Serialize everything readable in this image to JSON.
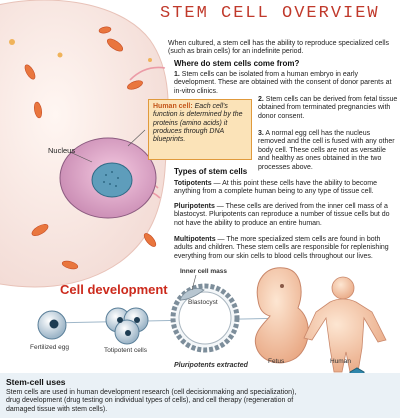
{
  "title": "STEM CELL OVERVIEW",
  "intro": "When cultured, a stem cell has the ability to reproduce specialized cells (such as brain cells) for an indefinite period.",
  "where_heading": "Where do stem cells come from?",
  "sources": [
    {
      "num": "1.",
      "text": "Stem cells can be isolated from a human embryo in early development. These are obtained with the consent of donor parents at in-vitro clinics."
    },
    {
      "num": "2.",
      "text": "Stem cells can be derived from fetal tissue obtained from terminated pregnancies with donor consent."
    },
    {
      "num": "3.",
      "text": "A normal egg cell has the nucleus removed and the cell is fused with any other body cell. These cells are not as versatile and healthy as ones obtained in the two processes above."
    }
  ],
  "callout": {
    "lead": "Human cell:",
    "text": "Each cell's function is determined by the proteins (amino acids) it produces through DNA blueprints."
  },
  "nucleus_label": "Nucleus",
  "types_heading": "Types of stem cells",
  "types": [
    {
      "name": "Totipotents",
      "text": " — At this point these cells have the ability to become anything from a complete human being to any type of tissue cell."
    },
    {
      "name": "Pluripotents",
      "text": " — These cells are derived from the inner cell mass of a blastocyst. Pluripotents can reproduce a number of tissue cells but do not have the ability to produce an entire human."
    },
    {
      "name": "Multipotents",
      "text": " — The more specialized stem cells are found in both adults and children. These stem cells are responsible for replenishing everything from our skin cells to blood cells throughout our lives."
    }
  ],
  "cell_development": "Cell development",
  "stages": {
    "fertilized": "Fertilized egg",
    "totipotent": "Totipotent cells",
    "inner_mass": "Inner cell mass",
    "blastocyst": "Blastocyst",
    "fetus": "Fetus",
    "human": "Human"
  },
  "pluripotents_extracted": "Pluripotents extracted",
  "uses_heading": "Stem-cell uses",
  "uses_text": "Stem cells are used in human development research (cell decisionmaking and specialization), drug development (drug testing on individual types of cells), and cell therapy (regeneration of damaged tissue with stem cells).",
  "colors": {
    "title": "#c0392b",
    "accent_red": "#cc2a1c",
    "callout_bg": "#fbe3b8",
    "footer_bg": "#eaf1f6"
  }
}
